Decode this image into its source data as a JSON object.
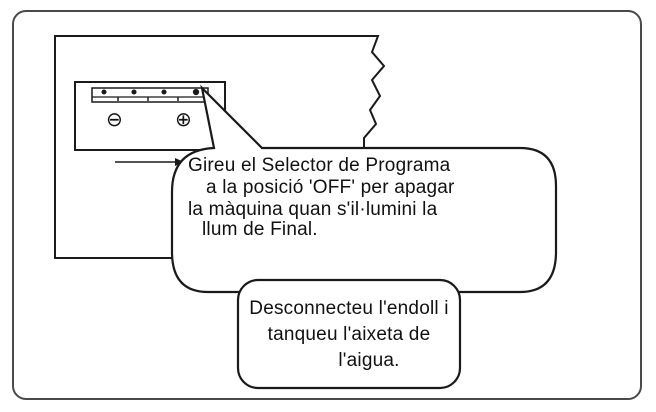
{
  "callout_primary": {
    "lines": [
      "Gireu el Selector de Programa",
      "a la posició 'OFF' per apagar",
      "la màquina quan s'il·lumini la",
      "llum de Final."
    ]
  },
  "callout_secondary": {
    "lines": [
      "Desconnecteu l'endoll i",
      "tanqueu l'aixeta de",
      "l'aigua."
    ]
  },
  "panel": {
    "minus_symbol": "⊖",
    "plus_symbol": "⊕"
  },
  "colors": {
    "stroke": "#1a1a1a",
    "frame": "#4a4a4a",
    "background": "#ffffff"
  }
}
